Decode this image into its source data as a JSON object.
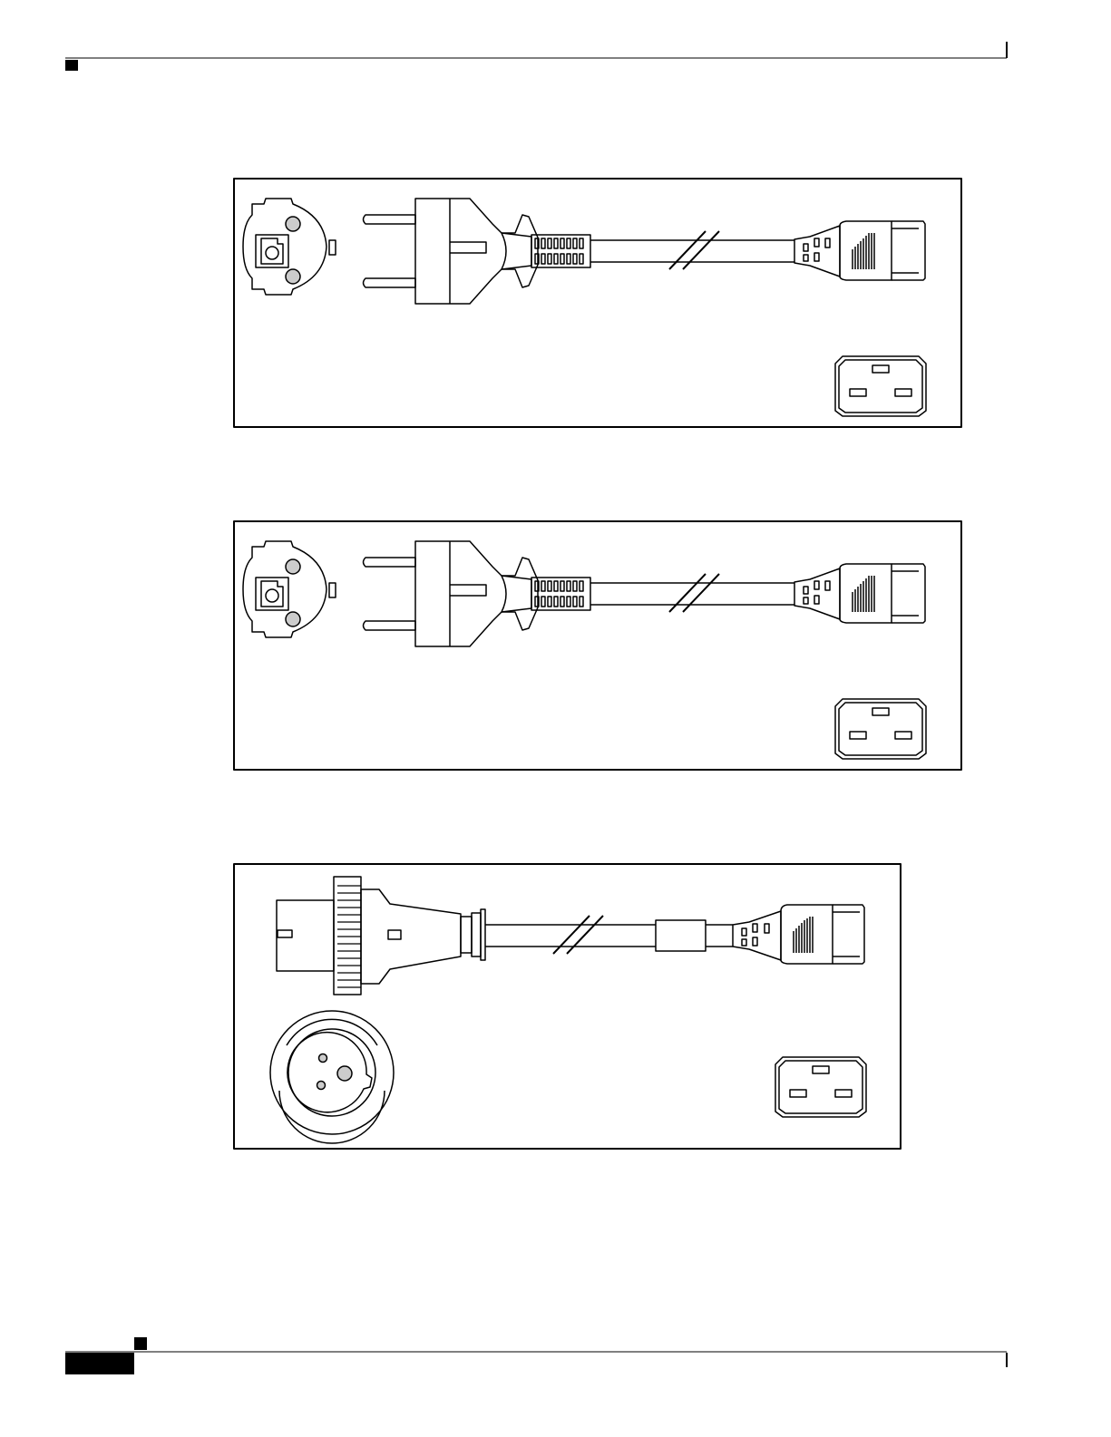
{
  "page": {
    "header": {
      "text": ""
    },
    "footer": {
      "page_number": ""
    }
  },
  "figures": [
    {
      "id": "cord-1",
      "plug_type": "schuko-plug-straight",
      "outlet_face": "schuko-face",
      "connector": "iec-c19-connector"
    },
    {
      "id": "cord-2",
      "plug_type": "schuko-plug-straight",
      "outlet_face": "schuko-face",
      "connector": "iec-c19-connector"
    },
    {
      "id": "cord-3",
      "plug_type": "round-locking-plug",
      "outlet_face": "round-three-pin-face",
      "connector": "iec-c19-connector"
    }
  ],
  "style": {
    "line_color": "#000000",
    "pin_fill": "#cccccc",
    "marker_fill": "#000000"
  }
}
